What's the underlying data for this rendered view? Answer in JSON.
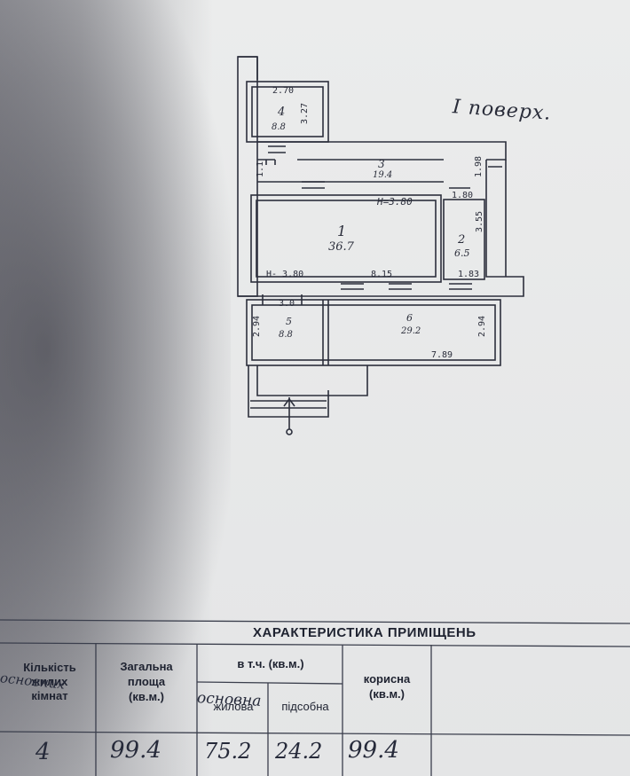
{
  "floor_label": "I поверх.",
  "rooms": [
    {
      "number": "1",
      "area": "36.7"
    },
    {
      "number": "2",
      "area": "6.5"
    },
    {
      "number": "3",
      "area": "19.4"
    },
    {
      "number": "4",
      "area": "8.8"
    },
    {
      "number": "5",
      "area": "8.8"
    },
    {
      "number": "6",
      "area": "29.2"
    }
  ],
  "dimensions": {
    "room4_width": "2.70",
    "room4_height": "3.27",
    "room3_side": "1.1",
    "room3_right": "1.98",
    "room1_height_label": "H=3.80",
    "room2_top": "1.80",
    "room2_side": "3.55",
    "room2_bottom": "1.83",
    "room1_bottom_left": "H- 3.80",
    "room1_bottom_right": "8.15",
    "corridor": "3.0",
    "room5_side": "2.94",
    "room6_side": "2.94",
    "room6_bottom": "7.89"
  },
  "table": {
    "title": "ХАРАКТЕРИСТИКА ПРИМІЩЕНЬ",
    "headers": {
      "rooms_count": [
        "Кількість",
        "жилих",
        "кімнат"
      ],
      "total_area": [
        "Загальна",
        "площа",
        "(кв.м.)"
      ],
      "including": "в т.ч. (кв.м.)",
      "main": "жилова",
      "auxiliary": "підсобна",
      "useful": [
        "корисна",
        "(кв.м.)"
      ]
    },
    "handwritten": {
      "rooms_count_note": "основних",
      "main_note": "основна"
    },
    "values": {
      "rooms_count": "4",
      "total_area": "99.4",
      "main": "75.2",
      "auxiliary": "24.2",
      "useful": "99.4"
    }
  }
}
